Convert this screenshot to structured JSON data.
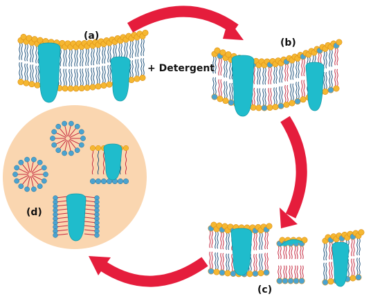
{
  "labels": {
    "a": "(a)",
    "b": "(b)",
    "c": "(c)",
    "d": "(d)",
    "detergent": "+ Detergent"
  },
  "colors": {
    "head_lipid": "#f5b731",
    "head_lipid_edge": "#d98a0f",
    "head_detergent": "#4aa3d0",
    "tail_lipid": "#1a4f7a",
    "tail_detergent": "#c4263d",
    "protein": "#1fbccc",
    "arrow": "#e51d3c",
    "micelle_bg": "#fad6b0"
  },
  "icons": {
    "arrow_shape": "curved-arrow-icon",
    "protein_shape": "membrane-protein-icon"
  }
}
